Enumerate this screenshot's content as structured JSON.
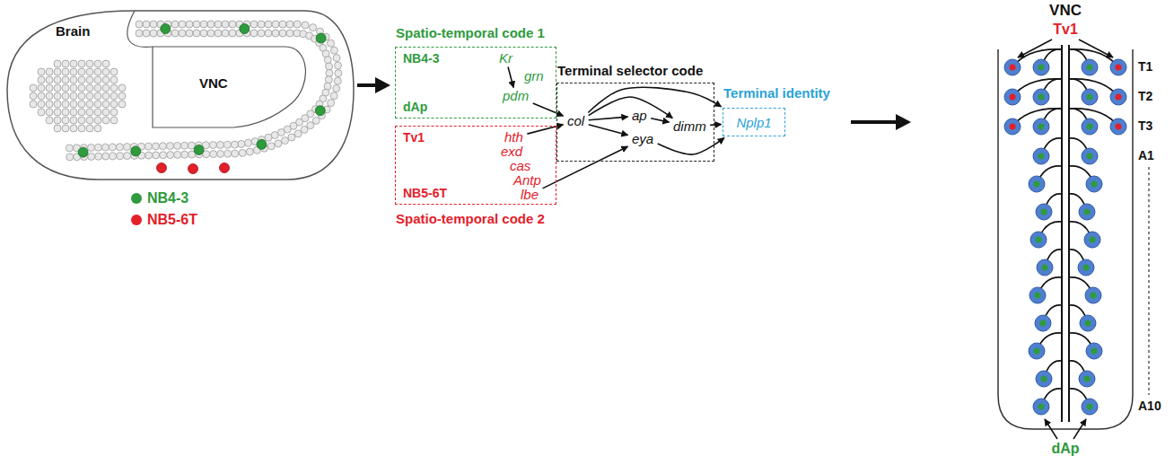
{
  "diagram": {
    "nodes": [
      {
        "text": [
          "Spatio-temporal code 1",
          "NB4-3",
          "dAp"
        ]
      },
      {
        "text": [
          "Kr"
        ],
        "in": 0
      },
      {
        "text": [
          "grn"
        ],
        "in": 0
      },
      {
        "text": [
          "pdm"
        ],
        "in": 0
      },
      {
        "text": [
          "Spatio-temporal code 2",
          "Tv1",
          "NB5-6T"
        ]
      },
      {
        "text": [
          "hth"
        ],
        "in": 4
      },
      {
        "text": [
          "exd"
        ],
        "in": 4
      },
      {
        "text": [
          "cas"
        ],
        "in": 4
      },
      {
        "text": [
          "Antp"
        ],
        "in": 4
      },
      {
        "text": [
          "lbe"
        ],
        "in": 4
      },
      {
        "text": [
          "Terminal selector code"
        ]
      },
      {
        "text": [
          "col"
        ],
        "in": 10
      },
      {
        "text": [
          "ap"
        ],
        "in": 10
      },
      {
        "text": [
          "eya"
        ],
        "in": 10
      },
      {
        "text": [
          "dimm"
        ],
        "in": 10
      },
      {
        "text": [
          "Terminal identity",
          "Nplp1"
        ]
      }
    ],
    "edges": [
      {
        "from": 1,
        "to": 3,
        "arrow": "to"
      },
      {
        "from": 3,
        "to": 11,
        "arrow": "to"
      },
      {
        "from": 5,
        "to": 11,
        "arrow": "to"
      },
      {
        "from": 9,
        "to": 13,
        "arrow": "to"
      },
      {
        "from": 11,
        "to": 12,
        "arrow": "to"
      },
      {
        "from": 11,
        "to": 13,
        "arrow": "to"
      },
      {
        "from": 11,
        "to": 14,
        "arrow": "to"
      },
      {
        "from": 11,
        "to": 15,
        "arrow": "to"
      },
      {
        "from": 12,
        "to": 14,
        "arrow": "to"
      },
      {
        "from": 14,
        "to": 15,
        "arrow": "to"
      },
      {
        "from": 13,
        "to": 15,
        "arrow": "to"
      }
    ],
    "labels": [
      "Brain",
      "VNC",
      "VNC",
      "Tv1",
      "T1",
      "T2",
      "T3",
      "A1",
      "A10",
      "dAp"
    ],
    "legend": [
      {
        "text": "NB4-3",
        "color": "#2e9b3c"
      },
      {
        "text": "NB5-6T",
        "color": "#e3202a"
      }
    ]
  }
}
